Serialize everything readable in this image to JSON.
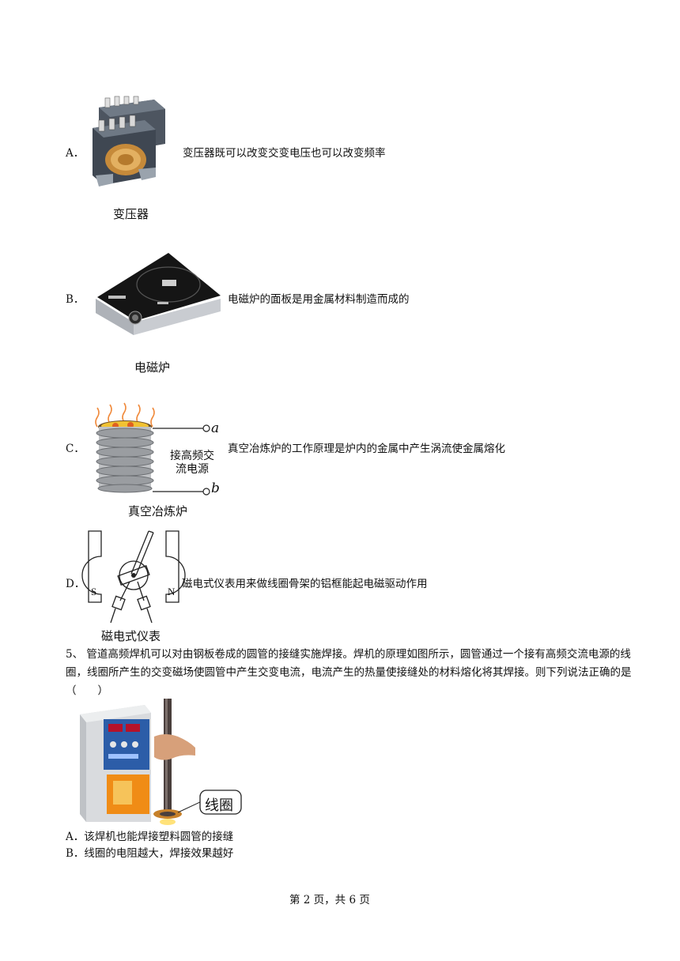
{
  "options": {
    "A": {
      "letter": "A．",
      "statement": "变压器既可以改变交变电压也可以改变频率",
      "caption": "变压器"
    },
    "B": {
      "letter": "B．",
      "statement": "电磁炉的面板是用金属材料制造而成的",
      "caption": "电磁炉"
    },
    "C": {
      "letter": "C．",
      "statement": "真空冶炼炉的工作原理是炉内的金属中产生涡流使金属熔化",
      "caption": "真空冶炼炉",
      "label_a": "a",
      "label_b": "b",
      "label_power_1": "接高频交",
      "label_power_2": "流电源"
    },
    "D": {
      "letter": "D．",
      "statement": "磁电式仪表用来做线圈骨架的铝框能起电磁驱动作用",
      "caption": "磁电式仪表",
      "pole_s": "S",
      "pole_n": "N"
    }
  },
  "question5": {
    "text": "5、 管道高频焊机可以对由钢板卷成的圆管的接缝实施焊接。焊机的原理如图所示，圆管通过一个接有高频交流电源的线圈，线圈所产生的交变磁场使圆管中产生交变电流，电流产生的热量使接缝处的材料熔化将其焊接。则下列说法正确的是（　　）",
    "coil_label": "线圈",
    "options": [
      {
        "text": "A．该焊机也能焊接塑料圆管的接缝"
      },
      {
        "text": "B．线圈的电阻越大，焊接效果越好"
      }
    ]
  },
  "footer": {
    "page": "第 2 页，共 6 页"
  }
}
